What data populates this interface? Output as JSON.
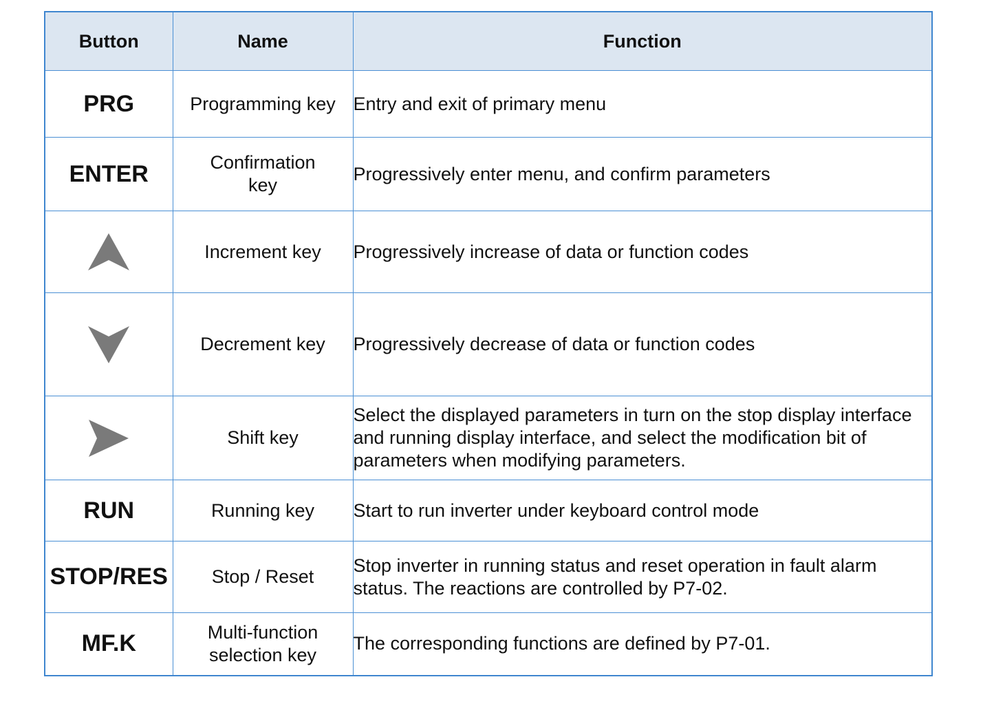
{
  "table": {
    "headers": [
      "Button",
      "Name",
      "Function"
    ],
    "rows": [
      {
        "button": "PRG",
        "name": "Programming key",
        "function": "Entry and exit of primary menu"
      },
      {
        "button": "ENTER",
        "name": "Confirmation key",
        "function": "Progressively enter menu, and confirm parameters"
      },
      {
        "button_icon": "up-arrow-icon",
        "name": "Increment key",
        "function": "Progressively increase of data or function codes"
      },
      {
        "button_icon": "down-arrow-icon",
        "name": "Decrement key",
        "function": "Progressively decrease of data or function codes"
      },
      {
        "button_icon": "right-arrow-icon",
        "name": "Shift key",
        "function": "Select the displayed parameters in turn on the stop display interface and running display interface, and select the modification bit of parameters when modifying parameters."
      },
      {
        "button": "RUN",
        "name": "Running key",
        "function": "Start to run inverter under keyboard control mode"
      },
      {
        "button": "STOP/RES",
        "name": "Stop / Reset",
        "function": "Stop inverter in running status and reset operation in fault alarm status. The reactions are controlled by P7-02."
      },
      {
        "button": "MF.K",
        "name": "Multi-function selection key",
        "function": "The corresponding functions are defined by P7-01."
      }
    ]
  },
  "colors": {
    "border": "#4a8fd4",
    "header_bg": "#dce6f1",
    "icon": "#7a7a7a"
  }
}
